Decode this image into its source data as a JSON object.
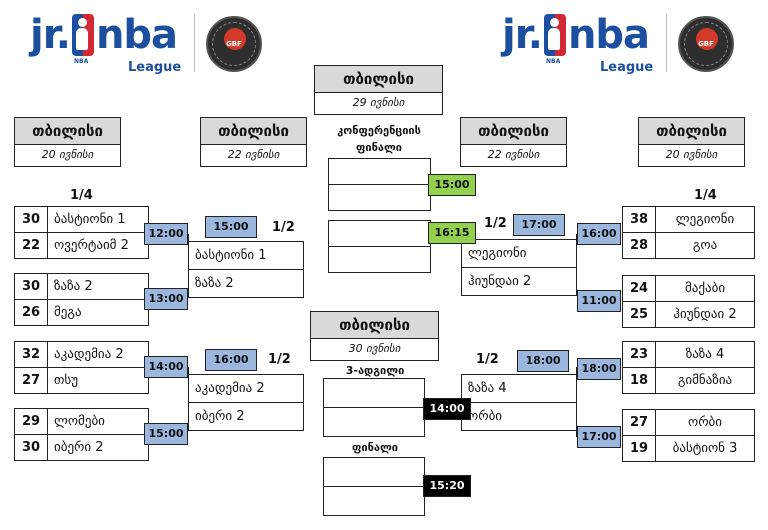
{
  "brand": {
    "jr": "jr.",
    "nba": "nba",
    "league": "League",
    "fig_label": "NBA",
    "gbf": "GBF"
  },
  "final_header": {
    "city": "თბილისი",
    "date": "29 ივნისი",
    "conf_label": "კონფერენციის ფინალი"
  },
  "third_header": {
    "city": "თბილისი",
    "date": "30 ივნისი",
    "third_label": "3-ადგილი",
    "final_label": "ფინალი"
  },
  "left": {
    "qf_header": {
      "city": "თბილისი",
      "date": "20 ივნისი"
    },
    "sf_header": {
      "city": "თბილისი",
      "date": "22 ივნისი"
    },
    "qf_label": "1/4",
    "sf_label_1": "1/2",
    "sf_label_2": "1/2",
    "qf": [
      {
        "time": "12:00",
        "teams": [
          {
            "score": "30",
            "name": "ბასტიონი 1"
          },
          {
            "score": "22",
            "name": "ოვერტაიმ 2"
          }
        ]
      },
      {
        "time": "13:00",
        "teams": [
          {
            "score": "30",
            "name": "ზაზა 2"
          },
          {
            "score": "26",
            "name": "მეგა"
          }
        ]
      },
      {
        "time": "14:00",
        "teams": [
          {
            "score": "32",
            "name": "აკადემია 2"
          },
          {
            "score": "27",
            "name": "თსუ"
          }
        ]
      },
      {
        "time": "15:00",
        "teams": [
          {
            "score": "29",
            "name": "ლომები"
          },
          {
            "score": "30",
            "name": "იბერი 2"
          }
        ]
      }
    ],
    "sf": [
      {
        "time": "15:00",
        "teams": [
          "ბასტიონი 1",
          "ზაზა 2"
        ]
      },
      {
        "time": "16:00",
        "teams": [
          "აკადემია 2",
          "იბერი 2"
        ]
      }
    ]
  },
  "right": {
    "qf_header": {
      "city": "თბილისი",
      "date": "20 ივნისი"
    },
    "sf_header": {
      "city": "თბილისი",
      "date": "22 ივნისი"
    },
    "qf_label": "1/4",
    "sf_label_1": "1/2",
    "sf_label_2": "1/2",
    "qf": [
      {
        "time": "16:00",
        "teams": [
          {
            "score": "38",
            "name": "ლეგიონი"
          },
          {
            "score": "28",
            "name": "გოა"
          }
        ]
      },
      {
        "time": "11:00",
        "teams": [
          {
            "score": "24",
            "name": "მაქაბი"
          },
          {
            "score": "25",
            "name": "ჰიუნდაი 2"
          }
        ]
      },
      {
        "time": "18:00",
        "teams": [
          {
            "score": "23",
            "name": "ზაზა 4"
          },
          {
            "score": "18",
            "name": "გიმნაზია"
          }
        ]
      },
      {
        "time": "17:00",
        "teams": [
          {
            "score": "27",
            "name": "ორბი"
          },
          {
            "score": "19",
            "name": "ბასტიონ 3"
          }
        ]
      }
    ],
    "sf": [
      {
        "time": "17:00",
        "teams": [
          "ლეგიონი",
          "ჰიუნდაი 2"
        ]
      },
      {
        "time": "18:00",
        "teams": [
          "ზაზა 4",
          "ორბი"
        ]
      }
    ]
  },
  "center_times": {
    "conf1": "15:00",
    "conf2": "16:15",
    "third": "14:00",
    "final": "15:20"
  }
}
